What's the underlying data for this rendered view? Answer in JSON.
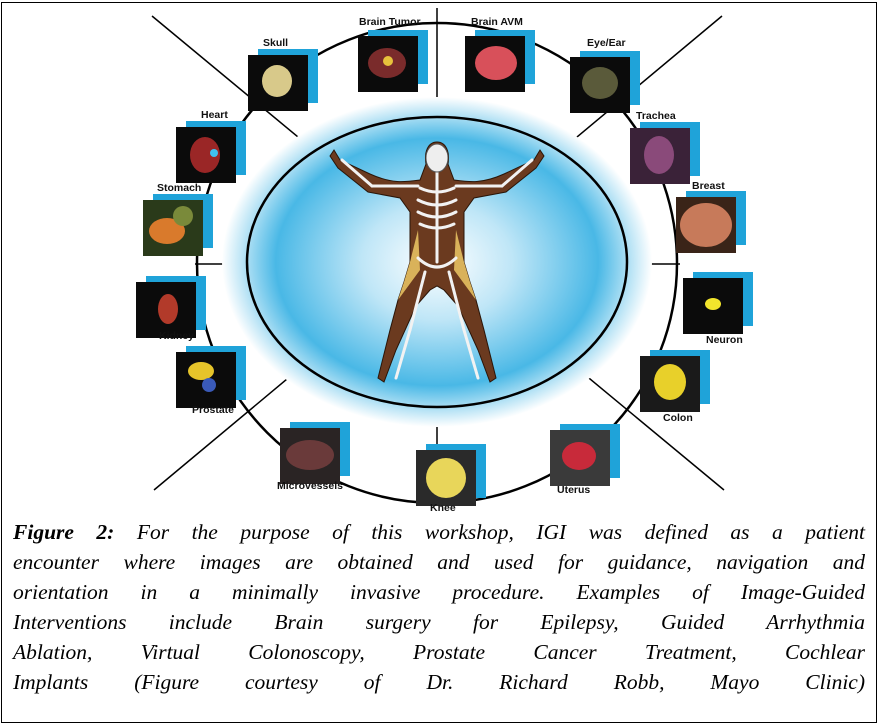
{
  "labels": {
    "brain_tumor": "Brain Tumor",
    "brain_avm": "Brain AVM",
    "skull": "Skull",
    "eye_ear": "Eye/Ear",
    "heart": "Heart",
    "trachea": "Trachea",
    "stomach": "Stomach",
    "breast": "Breast",
    "kidney": "Kidney",
    "neuron": "Neuron",
    "prostate": "Prostate",
    "colon": "Colon",
    "microvessels": "Microvessels",
    "uterus": "Uterus",
    "knee": "Knee"
  },
  "caption": {
    "figure_label": "Figure 2:",
    "line1": "For the purpose of this workshop, IGI was defined as a patient",
    "line2": "encounter where images are obtained and used for guidance, navigation and",
    "line3": "orientation in a minimally invasive procedure. Examples of Image-Guided",
    "line4": "Interventions include Brain surgery for Epilepsy, Guided Arrhythmia",
    "line5": "Ablation, Virtual Colonoscopy, Prostate Cancer Treatment, Cochlear",
    "line6": "Implants (Figure courtesy of Dr. Richard Robb, Mayo Clinic)"
  },
  "colors": {
    "accent_blue": "#1fa3d9",
    "glow": "#49b8e6"
  }
}
